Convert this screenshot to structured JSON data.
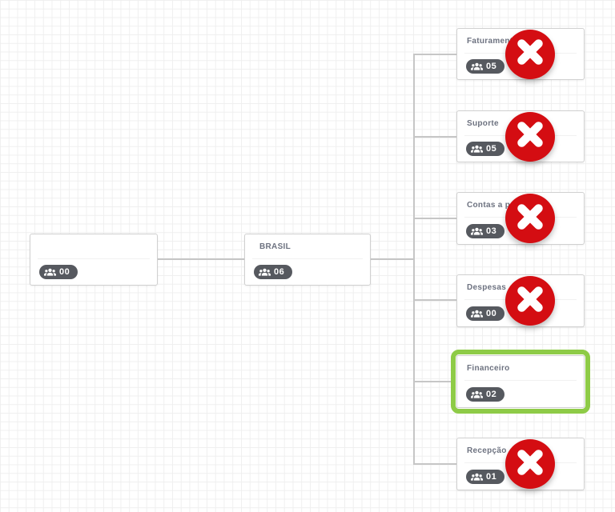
{
  "app": {
    "view": "organization-chart-canvas"
  },
  "colors": {
    "delete_red": "#d40d12",
    "selection_green": "#8ecb47",
    "badge_background": "#56595f",
    "connector_gray": "#c6c6c6",
    "title_text": "#6d7280"
  },
  "icons": {
    "people": "people-group-icon",
    "delete": "x-icon"
  },
  "nodes": [
    {
      "id": "root",
      "title": "",
      "count": "00",
      "has_delete_button": false,
      "selected": false
    },
    {
      "id": "brasil",
      "title": "BRASIL",
      "count": "06",
      "has_delete_button": false,
      "selected": false
    },
    {
      "id": "faturamento",
      "title": "Faturamento",
      "count": "05",
      "has_delete_button": true,
      "selected": false
    },
    {
      "id": "suporte",
      "title": "Suporte",
      "count": "05",
      "has_delete_button": true,
      "selected": false
    },
    {
      "id": "contas-a-pagar",
      "title": "Contas a pagar",
      "count": "03",
      "has_delete_button": true,
      "selected": false
    },
    {
      "id": "despesas",
      "title": "Despesas",
      "count": "00",
      "has_delete_button": true,
      "selected": false
    },
    {
      "id": "financeiro",
      "title": "Financeiro",
      "count": "02",
      "has_delete_button": false,
      "selected": true
    },
    {
      "id": "recepcao",
      "title": "Recepção",
      "count": "01",
      "has_delete_button": true,
      "selected": false
    }
  ]
}
